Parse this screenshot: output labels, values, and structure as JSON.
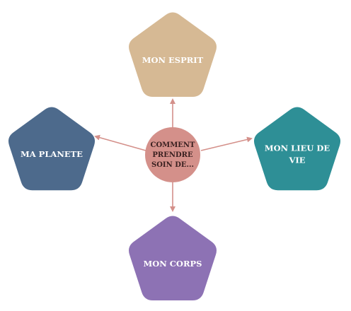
{
  "diagram": {
    "center": {
      "label_lines": [
        "COMMENT",
        "PRENDRE",
        "SOIN DE..."
      ],
      "color": "#D4908A",
      "text_color": "#3A2020"
    },
    "arrow_color": "#D4908A",
    "nodes": {
      "top": {
        "label_lines": [
          "MON ESPRIT"
        ],
        "color": "#D6B994"
      },
      "right": {
        "label_lines": [
          "MON LIEU DE",
          "VIE"
        ],
        "color": "#2E8F96"
      },
      "bottom": {
        "label_lines": [
          "MON CORPS"
        ],
        "color": "#8D72B4"
      },
      "left": {
        "label_lines": [
          "MA PLANETE"
        ],
        "color": "#4D6A8C"
      }
    }
  }
}
